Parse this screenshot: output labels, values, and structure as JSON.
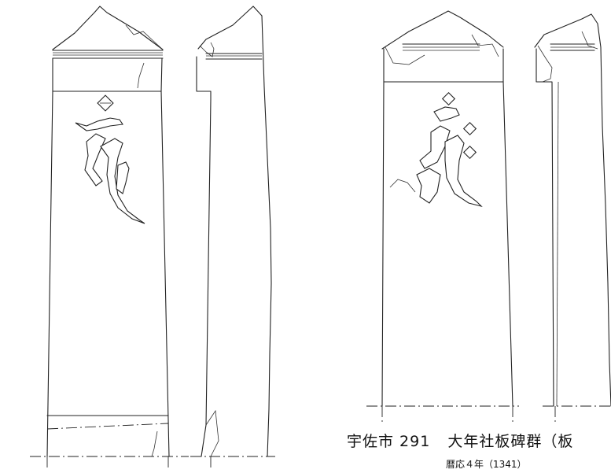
{
  "caption": {
    "title_prefix": "宇佐市 291",
    "site_name": "大年社板碑群（板",
    "date": "暦応４年（1341）"
  },
  "drawings": {
    "stele_left": {
      "label": "",
      "views": [
        "front-view",
        "side-view"
      ]
    },
    "stele_right": {
      "label": "",
      "views": [
        "front-view",
        "side-view"
      ]
    }
  }
}
